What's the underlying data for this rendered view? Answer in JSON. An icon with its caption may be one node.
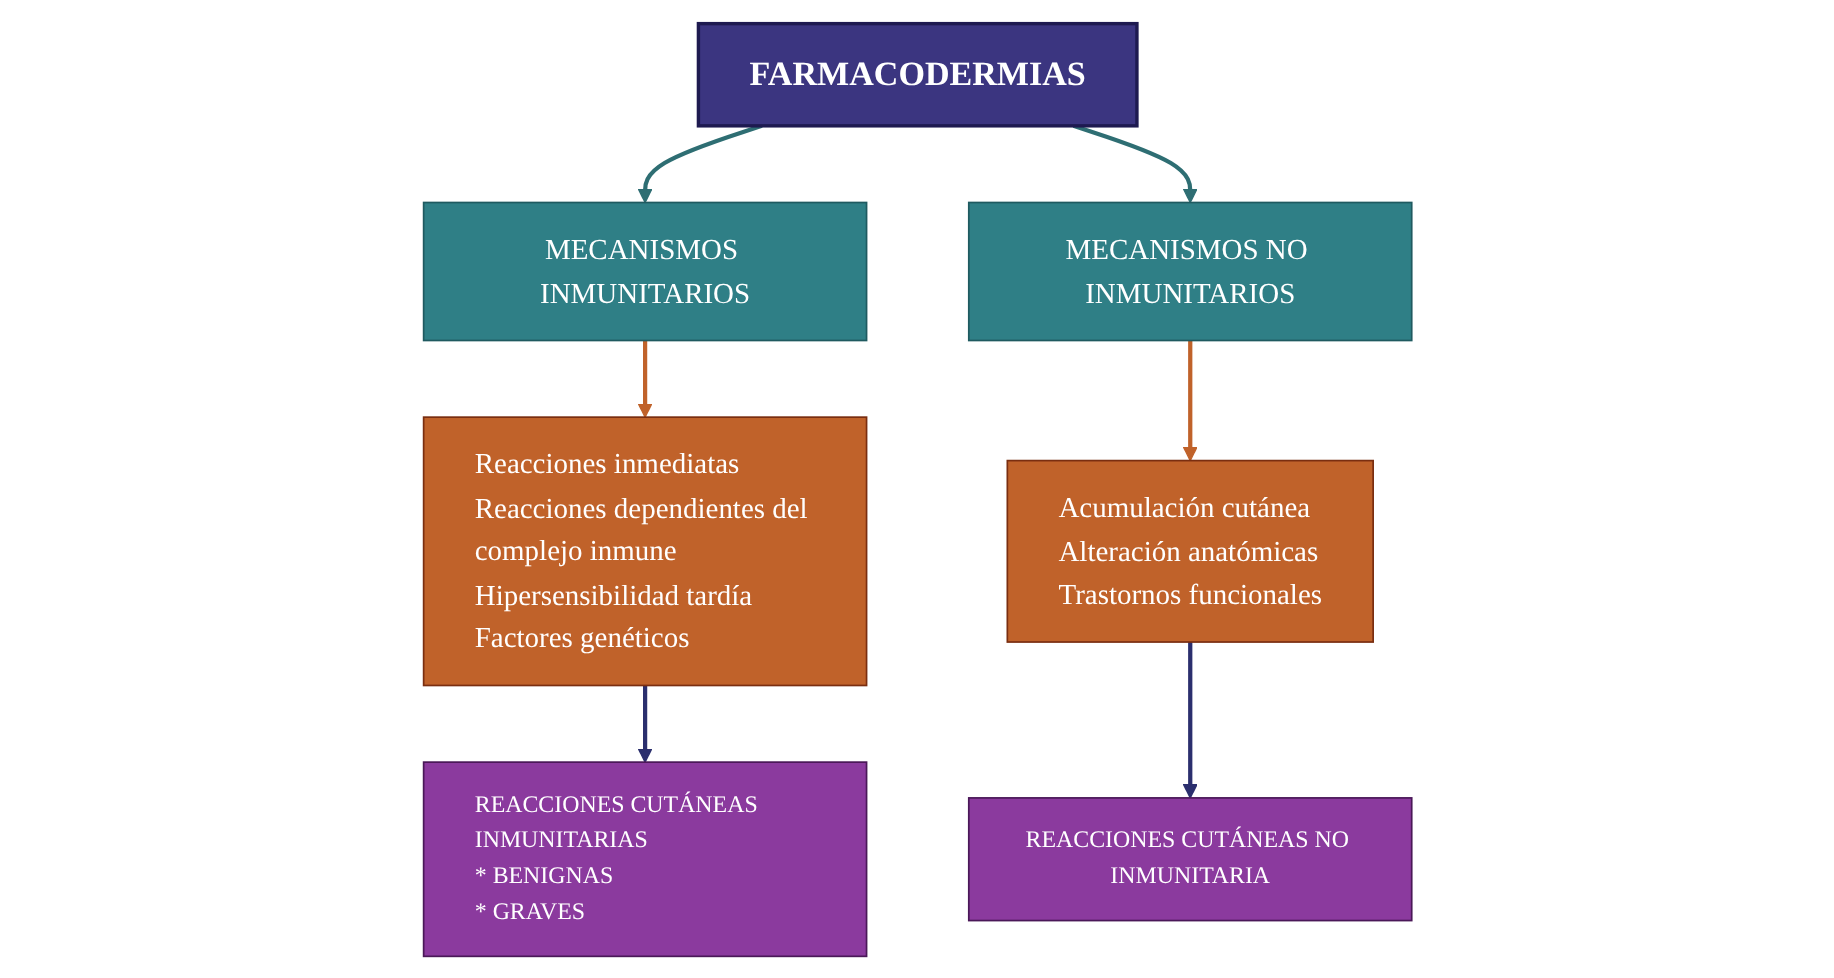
{
  "diagram": {
    "nodes": [
      {
        "text": [
          "FARMACODERMIAS"
        ]
      },
      {
        "text": [
          "MECANISMOS INMUNITARIOS"
        ]
      },
      {
        "text": [
          "MECANISMOS NO INMUNITARIOS"
        ]
      },
      {
        "text": [
          "Reacciones inmediatas",
          "Reacciones dependientes del complejo inmune",
          "Hipersensibilidad tardía",
          "Factores genéticos"
        ]
      },
      {
        "text": [
          "Acumulación cutánea",
          "Alteración anatómicas",
          "Trastornos funcionales"
        ]
      },
      {
        "text": [
          "REACCIONES CUTÁNEAS INMUNITARIAS",
          "* BENIGNAS",
          "* GRAVES"
        ]
      },
      {
        "text": [
          "REACCIONES CUTÁNEAS NO INMUNITARIA"
        ]
      }
    ],
    "edges": [
      {
        "from": 0,
        "to": 1,
        "arrow": "to",
        "color": "#2e6e73"
      },
      {
        "from": 0,
        "to": 2,
        "arrow": "to",
        "color": "#2e6e73"
      },
      {
        "from": 1,
        "to": 3,
        "arrow": "to",
        "color": "#c0622a"
      },
      {
        "from": 2,
        "to": 4,
        "arrow": "to",
        "color": "#c0622a"
      },
      {
        "from": 3,
        "to": 5,
        "arrow": "to",
        "color": "#2b2f6e"
      },
      {
        "from": 4,
        "to": 6,
        "arrow": "to",
        "color": "#2b2f6e"
      }
    ]
  }
}
